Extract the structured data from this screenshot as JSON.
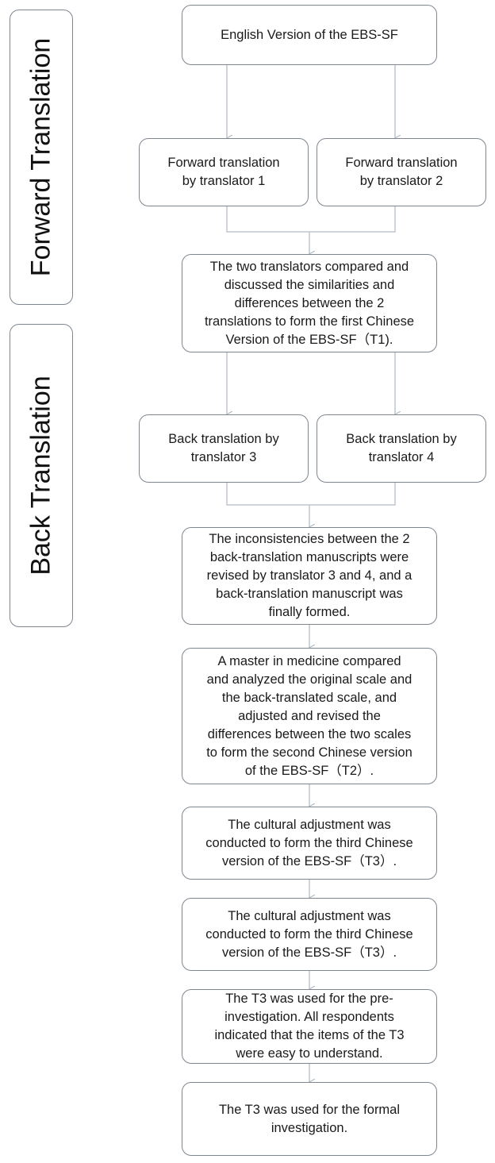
{
  "side_labels": {
    "forward": "Forward Translation",
    "back": "Back Translation"
  },
  "boxes": {
    "english": "English Version of the EBS-SF",
    "fwd1": "Forward translation\nby translator 1",
    "fwd2": "Forward translation\nby translator 2",
    "t1": "The two translators compared and\ndiscussed the similarities and\ndifferences between the 2\ntranslations to form the first Chinese\nVersion of the EBS-SF（T1).",
    "back3": "Back translation by\ntranslator 3",
    "back4": "Back translation by\ntranslator 4",
    "backmanuscript": "The inconsistencies between the 2\nback-translation manuscripts were\nrevised by translator 3 and 4, and a\nback-translation manuscript was\nfinally formed.",
    "t2": "A master in medicine compared\nand analyzed the original scale and\nthe back-translated scale, and\nadjusted and revised the\ndifferences between the two scales\nto form the second Chinese version\nof the EBS-SF（T2）.",
    "t3a": "The cultural adjustment was\nconducted to form the third Chinese\nversion of the EBS-SF（T3）.",
    "t3b": "The cultural adjustment was\nconducted to form the third Chinese\nversion of the EBS-SF（T3）.",
    "pre": "The T3 was used for the pre-\ninvestigation. All respondents\nindicated that the items of the T3\nwere easy to understand.",
    "formal": "The T3 was used for the formal\ninvestigation."
  }
}
